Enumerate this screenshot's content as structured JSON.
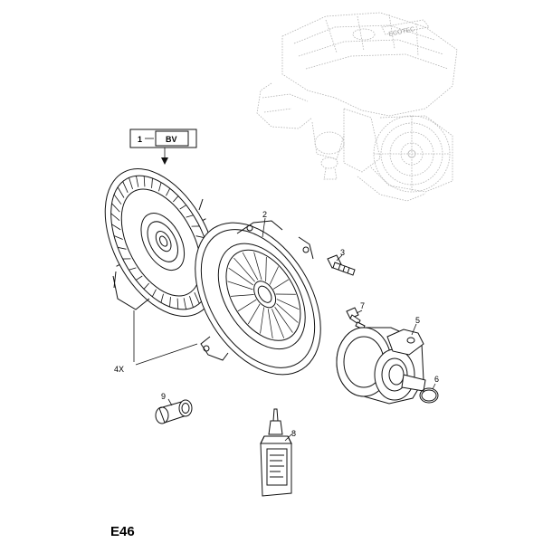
{
  "page": {
    "code": "E46"
  },
  "reference_box": {
    "index": "1",
    "code": "BV"
  },
  "callouts": {
    "pressure_plate": "2",
    "bolt": "3",
    "slave_cylinder": "5",
    "o_ring": "6",
    "bleed_screw": "7",
    "fluid_bottle": "8",
    "bushing": "9",
    "quantity": "4X"
  },
  "engine_logo_text": "ECOTEC"
}
